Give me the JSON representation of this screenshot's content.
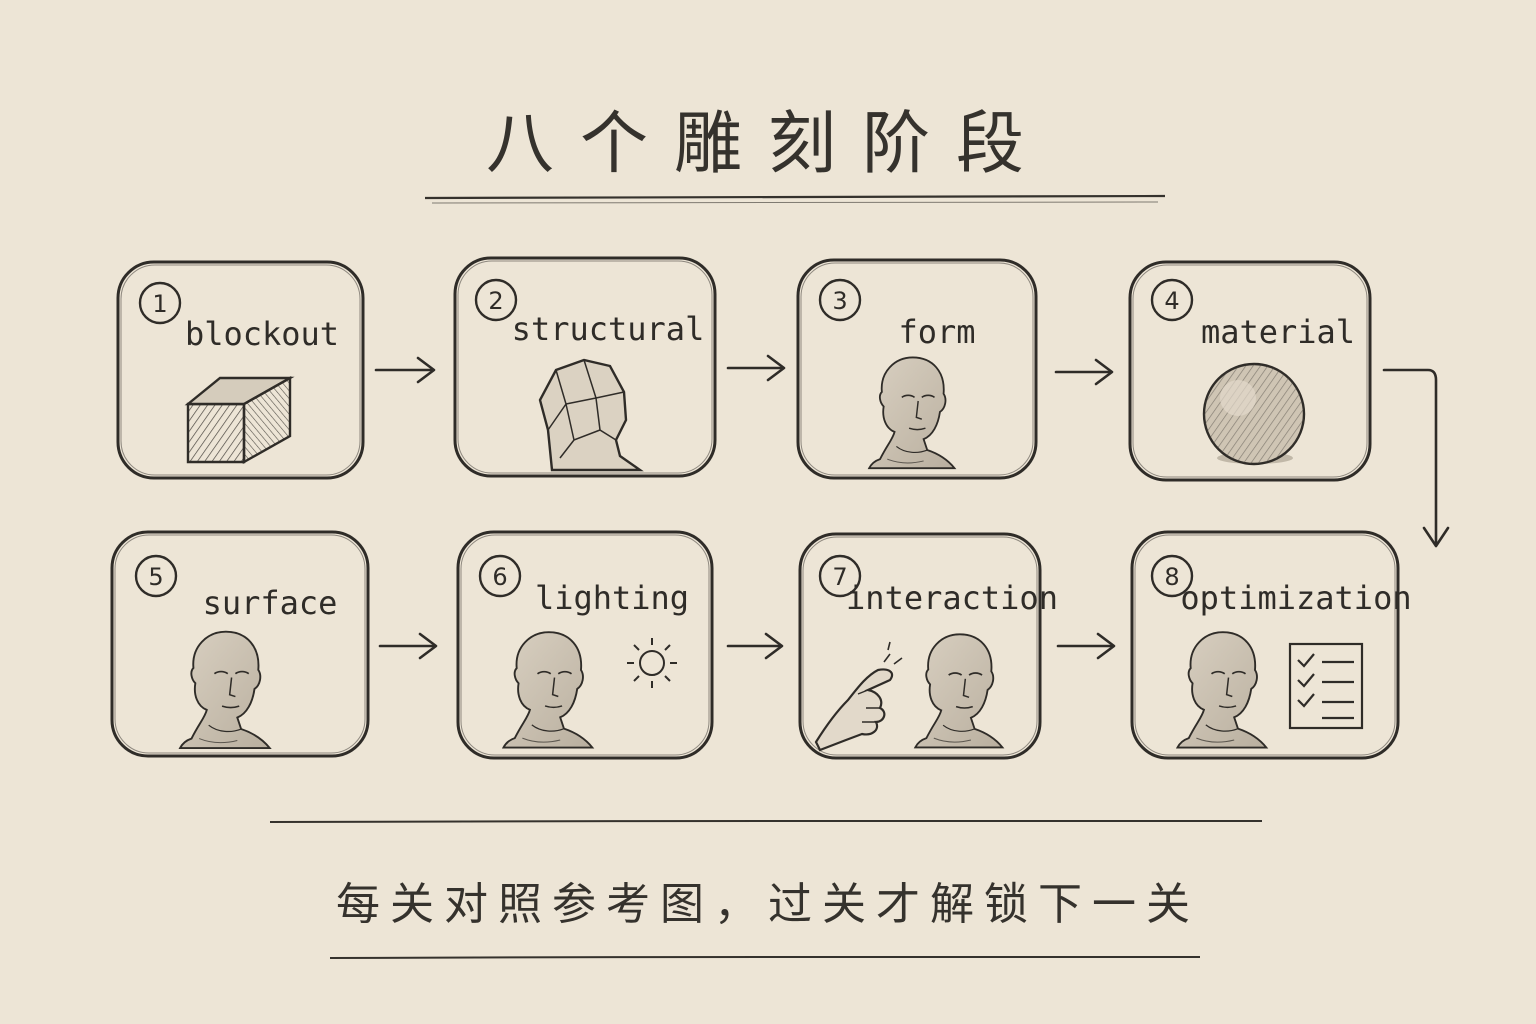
{
  "title": "八个雕刻阶段",
  "footer": "每关对照参考图，过关才解锁下一关",
  "colors": {
    "paper": "#ede5d6",
    "ink": "#2f2c28"
  },
  "stages": [
    {
      "number": "1",
      "label": "blockout",
      "icon": "cube-icon"
    },
    {
      "number": "2",
      "label": "structural",
      "icon": "planar-head-icon"
    },
    {
      "number": "3",
      "label": "form",
      "icon": "head-icon"
    },
    {
      "number": "4",
      "label": "material",
      "icon": "sphere-icon"
    },
    {
      "number": "5",
      "label": "surface",
      "icon": "head-icon"
    },
    {
      "number": "6",
      "label": "lighting",
      "icon": "sun-icon"
    },
    {
      "number": "7",
      "label": "interaction",
      "icon": "pointing-hand-icon"
    },
    {
      "number": "8",
      "label": "optimization",
      "icon": "checklist-icon"
    }
  ]
}
